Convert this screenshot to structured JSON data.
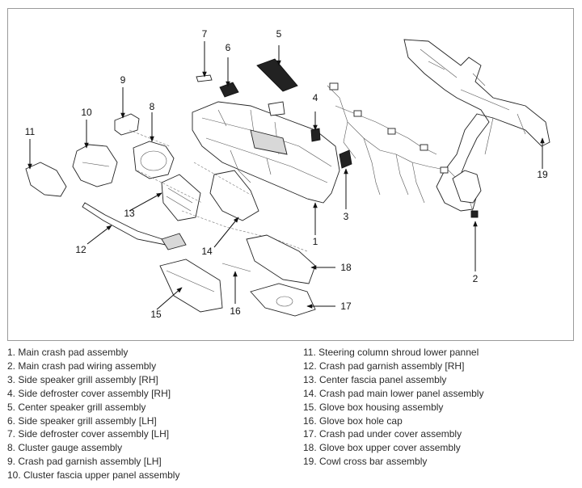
{
  "callouts": {
    "c1": "1",
    "c2": "2",
    "c3": "3",
    "c4": "4",
    "c5": "5",
    "c6": "6",
    "c7": "7",
    "c8": "8",
    "c9": "9",
    "c10": "10",
    "c11": "11",
    "c12": "12",
    "c13": "13",
    "c14": "14",
    "c15": "15",
    "c16": "16",
    "c17": "17",
    "c18": "18",
    "c19": "19"
  },
  "legend": {
    "left": [
      "1. Main crash pad assembly",
      "2. Main crash pad wiring assembly",
      "3. Side speaker grill assembly [RH]",
      "4. Side defroster cover assembly [RH]",
      "5. Center speaker grill assembly",
      "6. Side speaker grill assembly [LH]",
      "7. Side defroster cover assembly [LH]",
      "8. Cluster gauge assembly",
      "9. Crash pad garnish assembly [LH]",
      "10. Cluster fascia upper panel assembly"
    ],
    "right": [
      "11. Steering column shroud lower pannel",
      "12. Crash pad garnish assembly [RH]",
      "13. Center fascia panel assembly",
      "14. Crash pad main lower panel assembly",
      "15. Glove box housing assembly",
      "16. Glove box hole cap",
      "17. Crash pad under cover assembly",
      "18. Glove box upper cover assembly",
      "19. Cowl cross bar assembly"
    ]
  }
}
